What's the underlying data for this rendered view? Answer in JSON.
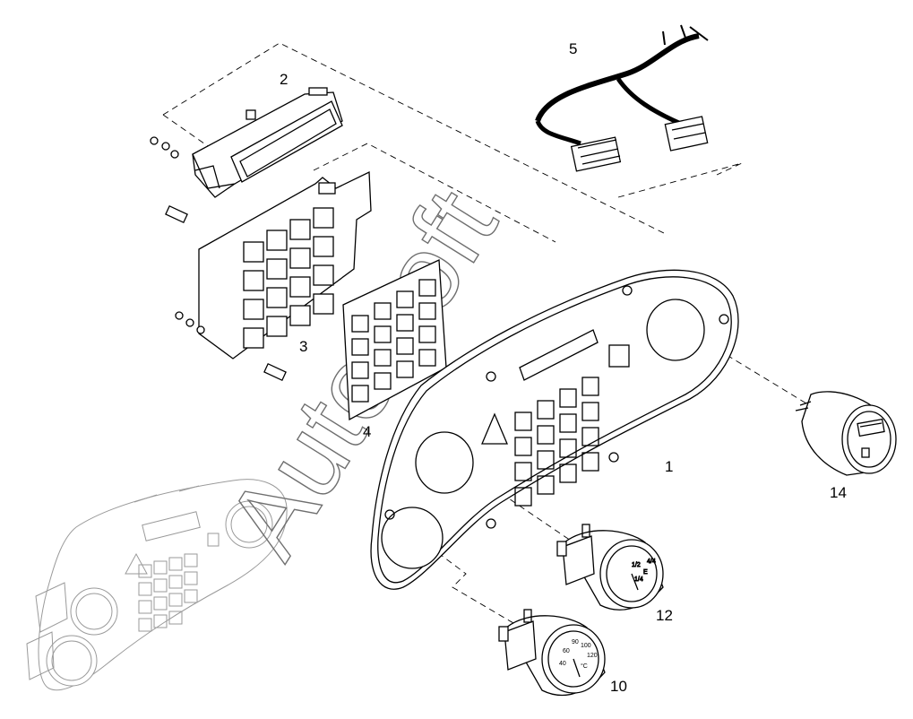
{
  "watermark": "AutoSoft",
  "parts": [
    {
      "id": "1",
      "label": "1"
    },
    {
      "id": "2",
      "label": "2"
    },
    {
      "id": "3",
      "label": "3"
    },
    {
      "id": "4",
      "label": "4"
    },
    {
      "id": "5",
      "label": "5"
    },
    {
      "id": "10",
      "label": "10"
    },
    {
      "id": "12",
      "label": "12"
    },
    {
      "id": "14",
      "label": "14"
    }
  ],
  "gauges": {
    "g12": {
      "marks": [
        "1/2",
        "E",
        "1/4",
        "4/4"
      ]
    },
    "g10": {
      "marks": [
        "40",
        "60",
        "90",
        "100",
        "°C",
        "120"
      ]
    }
  }
}
